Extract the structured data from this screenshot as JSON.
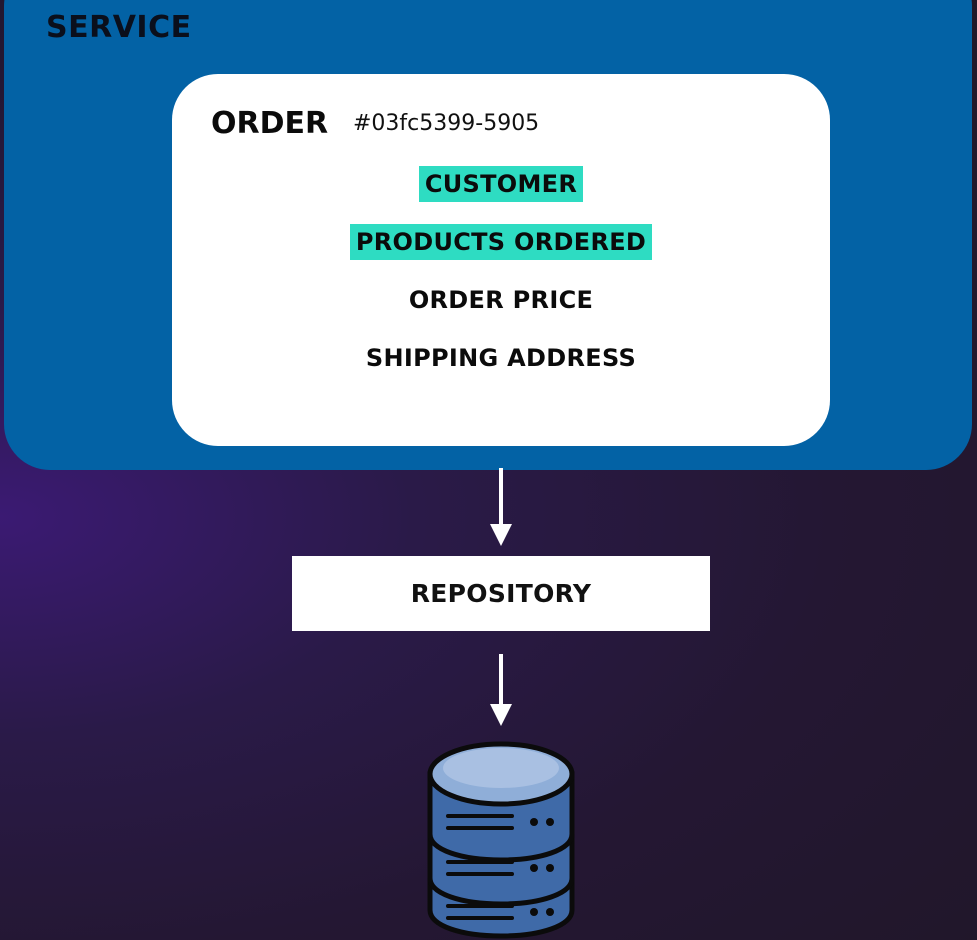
{
  "service": {
    "label": "SERVICE"
  },
  "order": {
    "title": "ORDER",
    "id": "#03fc5399-5905",
    "fields": [
      {
        "label": "CUSTOMER",
        "highlighted": true
      },
      {
        "label": "PRODUCTS ORDERED",
        "highlighted": true
      },
      {
        "label": "ORDER PRICE",
        "highlighted": false
      },
      {
        "label": "SHIPPING ADDRESS",
        "highlighted": false
      }
    ]
  },
  "repository": {
    "label": "REPOSITORY"
  },
  "icons": {
    "arrow_1": "arrow-down-icon",
    "arrow_2": "arrow-down-icon",
    "database": "database-icon"
  },
  "colors": {
    "service_bg": "#0362a5",
    "highlight": "#2edcc2",
    "db_fill": "#3f6aa8",
    "db_top": "#8faed8"
  }
}
